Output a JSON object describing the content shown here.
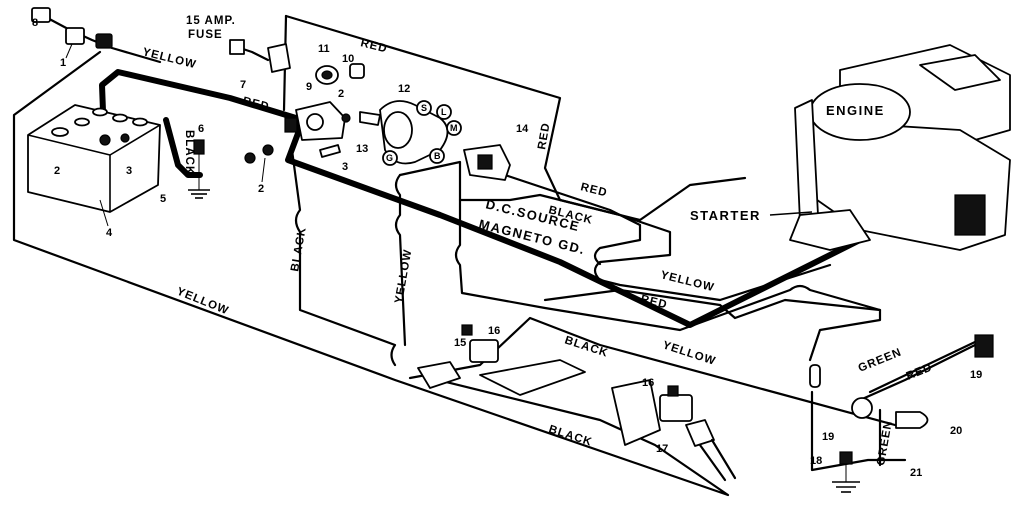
{
  "diagram": {
    "wire_labels": {
      "yellow_top": "YELLOW",
      "red_top": "RED",
      "red_7": "RED",
      "black_vertical": "BLACK",
      "red_right_14": "RED",
      "red_mid": "RED",
      "black_dc": "BLACK",
      "dc_source": "D.C.SOURCE",
      "magneto_gd": "MAGNETO GD.",
      "yellow_mid": "YELLOW",
      "red_lower": "RED",
      "black_left_vertical": "BLACK",
      "yellow_vertical": "YELLOW",
      "yellow_bottom_left": "YELLOW",
      "black_upper_seat": "BLACK",
      "yellow_lower_right": "YELLOW",
      "black_bottom": "BLACK",
      "green_top": "GREEN",
      "red_right": "RED",
      "green_vertical": "GREEN"
    },
    "fuse_label_line1": "15 AMP.",
    "fuse_label_line2": "FUSE",
    "engine_label": "ENGINE",
    "starter_label": "STARTER",
    "solenoid_terminals": {
      "s": "S",
      "l": "L",
      "m": "M",
      "g": "G",
      "b": "B"
    },
    "part_numbers": {
      "n1": "1",
      "n2a": "2",
      "n2b": "2",
      "n2c": "2",
      "n3a": "3",
      "n3b": "3",
      "n4": "4",
      "n5": "5",
      "n6": "6",
      "n7": "7",
      "n8": "8",
      "n9": "9",
      "n10": "10",
      "n11": "11",
      "n12": "12",
      "n13": "13",
      "n14": "14",
      "n15": "15",
      "n16a": "16",
      "n16b": "16",
      "n17": "17",
      "n18": "18",
      "n19a": "19",
      "n19b": "19",
      "n20": "20",
      "n21": "21"
    }
  }
}
